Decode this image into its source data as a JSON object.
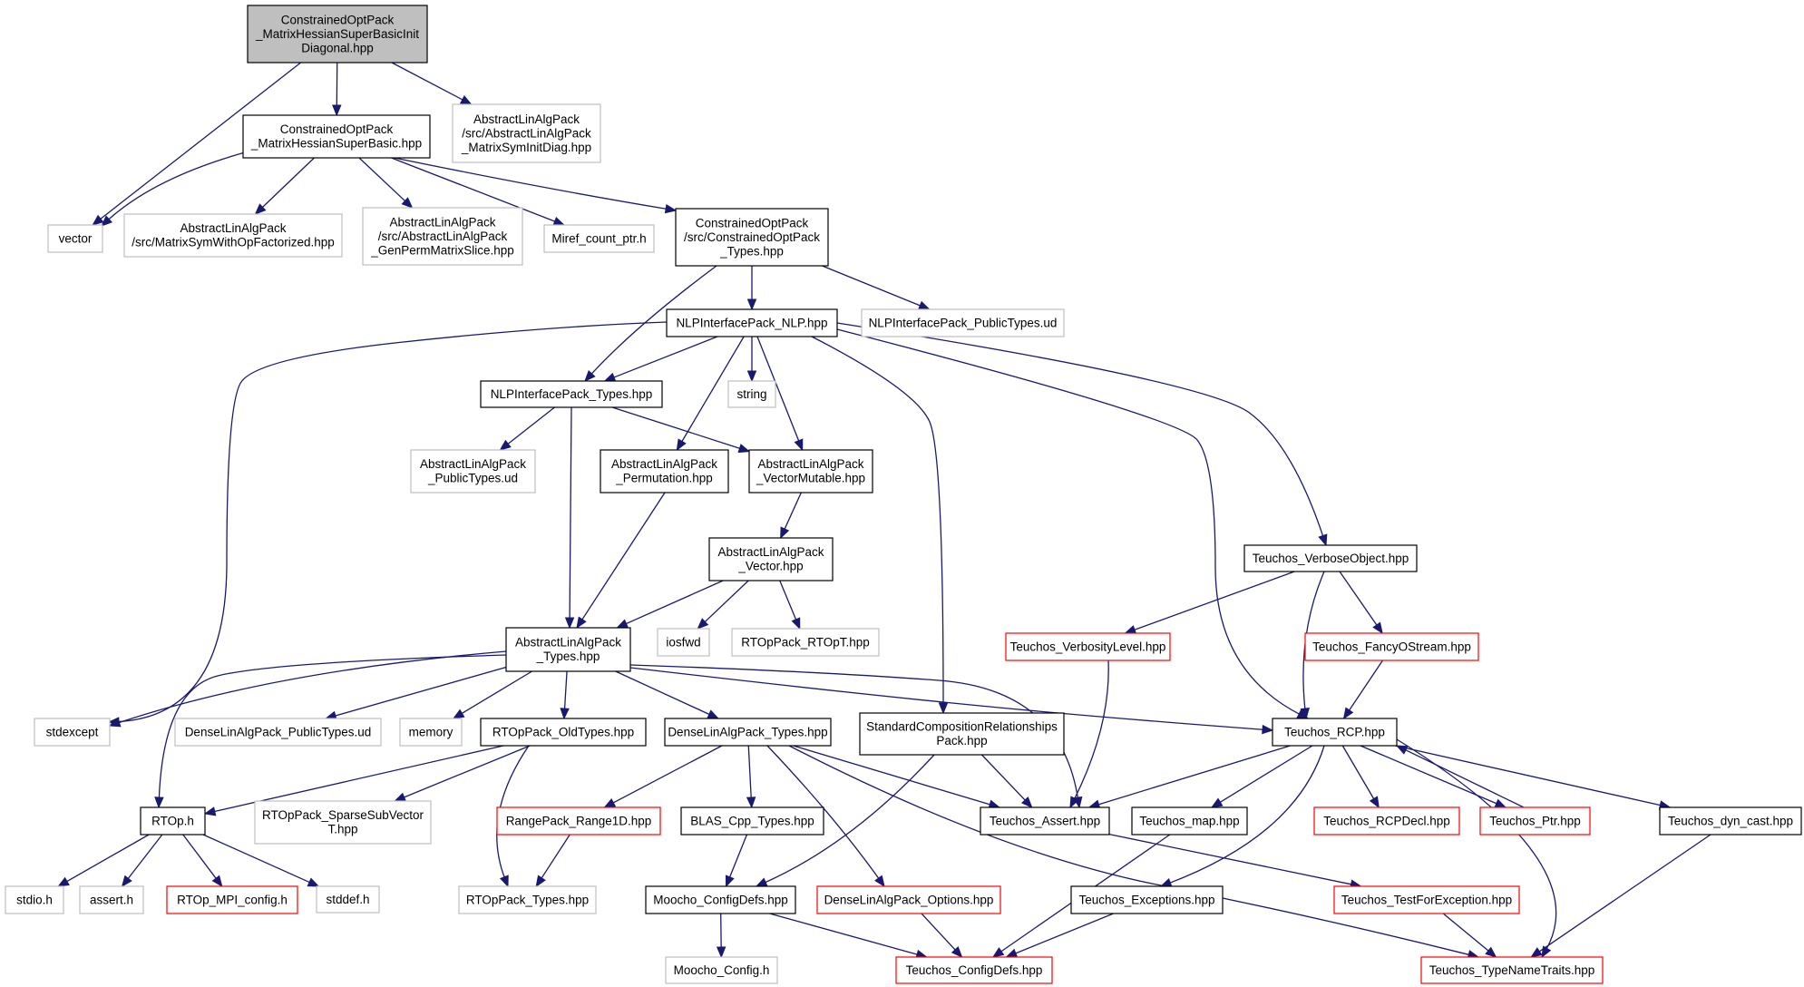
{
  "diagram": {
    "type": "include-dependency-graph",
    "colors": {
      "edge": "#191970",
      "root_fill": "#bfbfbf",
      "normal_border": "#000000",
      "external_border": "#bfbfbf",
      "truncated_border": "#ff0000",
      "node_fill": "#ffffff"
    },
    "nodes": [
      {
        "id": "root",
        "lines": [
          "ConstrainedOptPack",
          "_MatrixHessianSuperBasicInit",
          "Diagonal.hpp"
        ],
        "kind": "root"
      },
      {
        "id": "superbasic",
        "lines": [
          "ConstrainedOptPack",
          "_MatrixHessianSuperBasic.hpp"
        ],
        "kind": "normal"
      },
      {
        "id": "symInitDiag",
        "lines": [
          "AbstractLinAlgPack",
          "/src/AbstractLinAlgPack",
          "_MatrixSymInitDiag.hpp"
        ],
        "kind": "external"
      },
      {
        "id": "vector",
        "lines": [
          "vector"
        ],
        "kind": "external"
      },
      {
        "id": "symWithOp",
        "lines": [
          "AbstractLinAlgPack",
          "/src/MatrixSymWithOpFactorized.hpp"
        ],
        "kind": "external"
      },
      {
        "id": "genPerm",
        "lines": [
          "AbstractLinAlgPack",
          "/src/AbstractLinAlgPack",
          "_GenPermMatrixSlice.hpp"
        ],
        "kind": "external"
      },
      {
        "id": "miref",
        "lines": [
          "Miref_count_ptr.h"
        ],
        "kind": "external"
      },
      {
        "id": "copTypes",
        "lines": [
          "ConstrainedOptPack",
          "/src/ConstrainedOptPack",
          "_Types.hpp"
        ],
        "kind": "normal"
      },
      {
        "id": "nlp",
        "lines": [
          "NLPInterfacePack_NLP.hpp"
        ],
        "kind": "normal"
      },
      {
        "id": "nlpPublic",
        "lines": [
          "NLPInterfacePack_PublicTypes.ud"
        ],
        "kind": "external"
      },
      {
        "id": "nlpTypes",
        "lines": [
          "NLPInterfacePack_Types.hpp"
        ],
        "kind": "normal"
      },
      {
        "id": "string",
        "lines": [
          "string"
        ],
        "kind": "external"
      },
      {
        "id": "alaPublic",
        "lines": [
          "AbstractLinAlgPack",
          "_PublicTypes.ud"
        ],
        "kind": "external"
      },
      {
        "id": "alaPerm",
        "lines": [
          "AbstractLinAlgPack",
          "_Permutation.hpp"
        ],
        "kind": "normal"
      },
      {
        "id": "alaVecMut",
        "lines": [
          "AbstractLinAlgPack",
          "_VectorMutable.hpp"
        ],
        "kind": "normal"
      },
      {
        "id": "alaVector",
        "lines": [
          "AbstractLinAlgPack",
          "_Vector.hpp"
        ],
        "kind": "normal"
      },
      {
        "id": "iosfwd",
        "lines": [
          "iosfwd"
        ],
        "kind": "external"
      },
      {
        "id": "rtopT",
        "lines": [
          "RTOpPack_RTOpT.hpp"
        ],
        "kind": "external"
      },
      {
        "id": "alaTypes",
        "lines": [
          "AbstractLinAlgPack",
          "_Types.hpp"
        ],
        "kind": "normal"
      },
      {
        "id": "verboseObj",
        "lines": [
          "Teuchos_VerboseObject.hpp"
        ],
        "kind": "normal"
      },
      {
        "id": "verbLevel",
        "lines": [
          "Teuchos_VerbosityLevel.hpp"
        ],
        "kind": "truncated"
      },
      {
        "id": "fancy",
        "lines": [
          "Teuchos_FancyOStream.hpp"
        ],
        "kind": "truncated"
      },
      {
        "id": "stdexcept",
        "lines": [
          "stdexcept"
        ],
        "kind": "external"
      },
      {
        "id": "dlaPublic",
        "lines": [
          "DenseLinAlgPack_PublicTypes.ud"
        ],
        "kind": "external"
      },
      {
        "id": "memory",
        "lines": [
          "memory"
        ],
        "kind": "external"
      },
      {
        "id": "rtopOld",
        "lines": [
          "RTOpPack_OldTypes.hpp"
        ],
        "kind": "normal"
      },
      {
        "id": "dlaTypes",
        "lines": [
          "DenseLinAlgPack_Types.hpp"
        ],
        "kind": "normal"
      },
      {
        "id": "stdComp",
        "lines": [
          "StandardCompositionRelationships",
          "Pack.hpp"
        ],
        "kind": "normal"
      },
      {
        "id": "rcp",
        "lines": [
          "Teuchos_RCP.hpp"
        ],
        "kind": "normal"
      },
      {
        "id": "rtoph",
        "lines": [
          "RTOp.h"
        ],
        "kind": "normal"
      },
      {
        "id": "sparseSub",
        "lines": [
          "RTOpPack_SparseSubVector",
          "T.hpp"
        ],
        "kind": "external"
      },
      {
        "id": "range1d",
        "lines": [
          "RangePack_Range1D.hpp"
        ],
        "kind": "truncated"
      },
      {
        "id": "blas",
        "lines": [
          "BLAS_Cpp_Types.hpp"
        ],
        "kind": "normal"
      },
      {
        "id": "assert",
        "lines": [
          "Teuchos_Assert.hpp"
        ],
        "kind": "normal"
      },
      {
        "id": "map",
        "lines": [
          "Teuchos_map.hpp"
        ],
        "kind": "normal"
      },
      {
        "id": "rcpDecl",
        "lines": [
          "Teuchos_RCPDecl.hpp"
        ],
        "kind": "truncated"
      },
      {
        "id": "ptr",
        "lines": [
          "Teuchos_Ptr.hpp"
        ],
        "kind": "truncated"
      },
      {
        "id": "dynCast",
        "lines": [
          "Teuchos_dyn_cast.hpp"
        ],
        "kind": "normal"
      },
      {
        "id": "stdio",
        "lines": [
          "stdio.h"
        ],
        "kind": "external"
      },
      {
        "id": "asserth",
        "lines": [
          "assert.h"
        ],
        "kind": "external"
      },
      {
        "id": "rtopMpi",
        "lines": [
          "RTOp_MPI_config.h"
        ],
        "kind": "truncated"
      },
      {
        "id": "stddef",
        "lines": [
          "stddef.h"
        ],
        "kind": "external"
      },
      {
        "id": "rtopTypes",
        "lines": [
          "RTOpPack_Types.hpp"
        ],
        "kind": "external"
      },
      {
        "id": "moochoDefs",
        "lines": [
          "Moocho_ConfigDefs.hpp"
        ],
        "kind": "normal"
      },
      {
        "id": "dlaOptions",
        "lines": [
          "DenseLinAlgPack_Options.hpp"
        ],
        "kind": "truncated"
      },
      {
        "id": "exceptions",
        "lines": [
          "Teuchos_Exceptions.hpp"
        ],
        "kind": "normal"
      },
      {
        "id": "testForExc",
        "lines": [
          "Teuchos_TestForException.hpp"
        ],
        "kind": "truncated"
      },
      {
        "id": "moochoConfig",
        "lines": [
          "Moocho_Config.h"
        ],
        "kind": "external"
      },
      {
        "id": "teuchosDefs",
        "lines": [
          "Teuchos_ConfigDefs.hpp"
        ],
        "kind": "truncated"
      },
      {
        "id": "typeName",
        "lines": [
          "Teuchos_TypeNameTraits.hpp"
        ],
        "kind": "truncated"
      }
    ],
    "edges": [
      [
        "root",
        "vector"
      ],
      [
        "root",
        "superbasic"
      ],
      [
        "root",
        "symInitDiag"
      ],
      [
        "superbasic",
        "vector"
      ],
      [
        "superbasic",
        "symWithOp"
      ],
      [
        "superbasic",
        "genPerm"
      ],
      [
        "superbasic",
        "miref"
      ],
      [
        "superbasic",
        "copTypes"
      ],
      [
        "copTypes",
        "nlpTypes"
      ],
      [
        "copTypes",
        "nlp"
      ],
      [
        "copTypes",
        "nlpPublic"
      ],
      [
        "nlp",
        "nlpTypes"
      ],
      [
        "nlp",
        "string"
      ],
      [
        "nlp",
        "alaPerm"
      ],
      [
        "nlp",
        "alaVecMut"
      ],
      [
        "nlp",
        "stdComp"
      ],
      [
        "nlp",
        "rcp"
      ],
      [
        "nlp",
        "verboseObj"
      ],
      [
        "nlp",
        "stdexcept"
      ],
      [
        "nlpTypes",
        "alaPublic"
      ],
      [
        "nlpTypes",
        "alaVecMut"
      ],
      [
        "nlpTypes",
        "alaTypes"
      ],
      [
        "alaPerm",
        "alaTypes"
      ],
      [
        "alaVecMut",
        "alaVector"
      ],
      [
        "alaVector",
        "alaTypes"
      ],
      [
        "alaVector",
        "iosfwd"
      ],
      [
        "alaVector",
        "rtopT"
      ],
      [
        "alaTypes",
        "stdexcept"
      ],
      [
        "alaTypes",
        "dlaPublic"
      ],
      [
        "alaTypes",
        "memory"
      ],
      [
        "alaTypes",
        "rtopOld"
      ],
      [
        "alaTypes",
        "dlaTypes"
      ],
      [
        "alaTypes",
        "rcp"
      ],
      [
        "alaTypes",
        "assert"
      ],
      [
        "alaTypes",
        "rtoph"
      ],
      [
        "verboseObj",
        "verbLevel"
      ],
      [
        "verboseObj",
        "fancy"
      ],
      [
        "verboseObj",
        "rcp"
      ],
      [
        "verbLevel",
        "assert"
      ],
      [
        "fancy",
        "rcp"
      ],
      [
        "rtopOld",
        "rtoph"
      ],
      [
        "rtopOld",
        "sparseSub"
      ],
      [
        "rtopOld",
        "rtopTypes"
      ],
      [
        "dlaTypes",
        "range1d"
      ],
      [
        "dlaTypes",
        "blas"
      ],
      [
        "dlaTypes",
        "assert"
      ],
      [
        "dlaTypes",
        "dlaOptions"
      ],
      [
        "dlaTypes",
        "typeName"
      ],
      [
        "stdComp",
        "assert"
      ],
      [
        "stdComp",
        "moochoDefs"
      ],
      [
        "rcp",
        "assert"
      ],
      [
        "rcp",
        "map"
      ],
      [
        "rcp",
        "rcpDecl"
      ],
      [
        "rcp",
        "ptr"
      ],
      [
        "rcp",
        "dynCast"
      ],
      [
        "rcp",
        "exceptions"
      ],
      [
        "rcp",
        "typeName"
      ],
      [
        "ptr",
        "rcp"
      ],
      [
        "rtoph",
        "stdio"
      ],
      [
        "rtoph",
        "asserth"
      ],
      [
        "rtoph",
        "rtopMpi"
      ],
      [
        "rtoph",
        "stddef"
      ],
      [
        "range1d",
        "rtopTypes"
      ],
      [
        "blas",
        "moochoDefs"
      ],
      [
        "assert",
        "testForExc"
      ],
      [
        "map",
        "teuchosDefs"
      ],
      [
        "dynCast",
        "typeName"
      ],
      [
        "moochoDefs",
        "moochoConfig"
      ],
      [
        "moochoDefs",
        "teuchosDefs"
      ],
      [
        "dlaOptions",
        "teuchosDefs"
      ],
      [
        "exceptions",
        "teuchosDefs"
      ],
      [
        "testForExc",
        "typeName"
      ]
    ]
  }
}
